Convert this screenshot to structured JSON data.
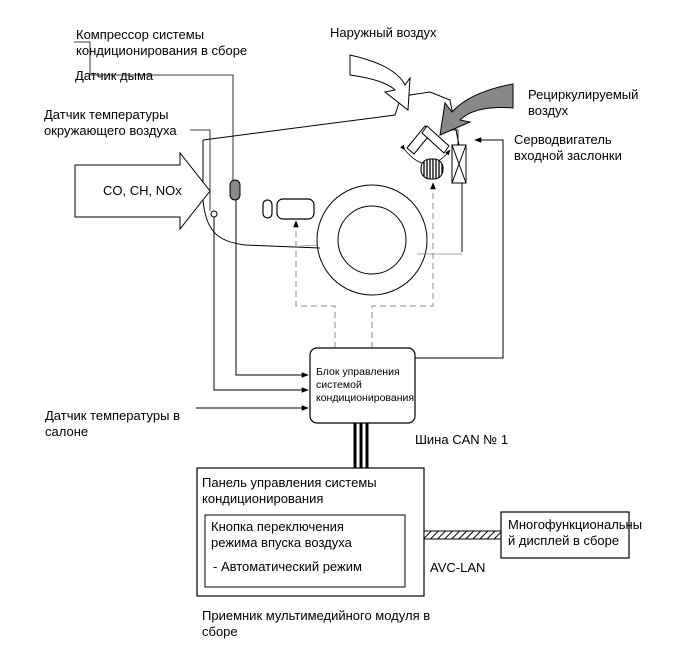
{
  "labels": {
    "compressor": "Компрессор системы\nкондиционирования в сборе",
    "outside_air": "Наружный воздух",
    "smoke_sensor": "Датчик дыма",
    "ambient_temp_sensor": "Датчик температуры\nокружающего воздуха",
    "recirculated_air": "Рециркулируемый\nвоздух",
    "servo_motor": "Серводвигатель\nвходной заслонки",
    "gases": "CO, CH, NOx",
    "ac_control_unit": "Блок управления\nсистемой\nкондиционирования",
    "cabin_temp_sensor": "Датчик температуры в\nсалоне",
    "can_bus": "Шина CAN № 1",
    "ac_control_panel": "Панель управления системы\nкондиционирования",
    "intake_mode_button": "Кнопка переключения\nрежима впуска воздуха",
    "auto_mode": "- Автоматический режим",
    "multifunction_display": "Многофункциональны\nй дисплей в сборе",
    "avc_lan": "AVC-LAN",
    "multimedia_receiver": "Приемник мультимедийного модуля в\nсборе"
  }
}
